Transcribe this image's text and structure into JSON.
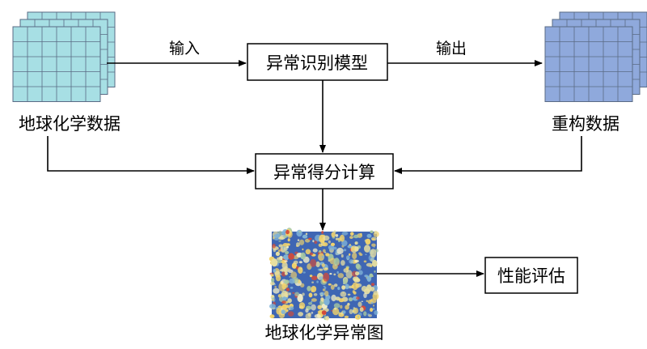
{
  "nodes": {
    "input_data": {
      "label": "地球化学数据"
    },
    "model": {
      "label": "异常识别模型"
    },
    "recon": {
      "label": "重构数据"
    },
    "score": {
      "label": "异常得分计算"
    },
    "map": {
      "label": "地球化学异常图"
    },
    "eval": {
      "label": "性能评估"
    }
  },
  "edges": {
    "input": {
      "label": "输入"
    },
    "output": {
      "label": "输出"
    }
  },
  "colors": {
    "input_grid": "#a7dfe4",
    "recon_grid": "#8fa9dc",
    "grid_line": "#5a6b85",
    "heat_bg": "#3f66b3",
    "heat_spots": [
      "#f2d36b",
      "#e9e0a0",
      "#d24a3a",
      "#7fb2d6",
      "#a9c9a0",
      "#f5f0c8"
    ]
  }
}
